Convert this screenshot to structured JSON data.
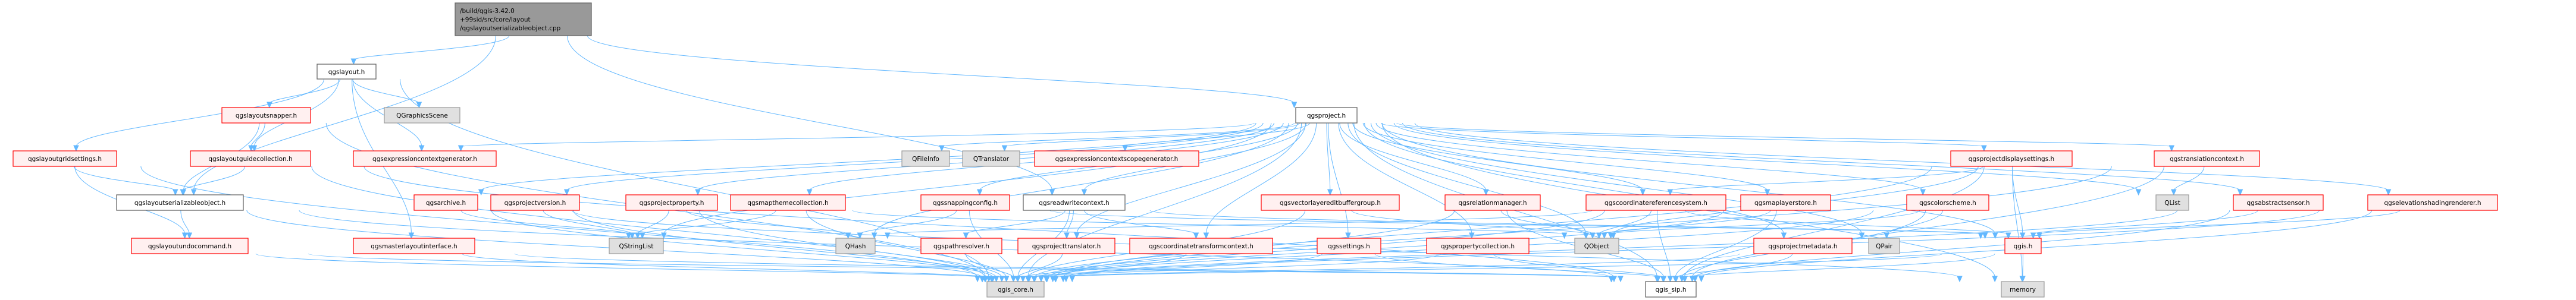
{
  "graph_title": "Include dependency graph for qgslayoutserializableobject.cpp",
  "colors": {
    "edge": "#63B8FF",
    "root_fill": "#999999",
    "root_border": "#666666",
    "documented_fill": "#FFFFFF",
    "documented_border": "#666666",
    "truncated_fill": "#FFF0F0",
    "truncated_border": "#FF0000",
    "external_fill": "#E0E0E0",
    "external_border": "#999999"
  },
  "nodes": [
    {
      "id": "root",
      "kind": "root",
      "lines": [
        "/build/qgis-3.42.0",
        "+99sid/src/core/layout",
        "/qgslayoutserializableobject.cpp"
      ]
    },
    {
      "id": "qgslayout",
      "kind": "doc",
      "lines": [
        "qgslayout.h"
      ]
    },
    {
      "id": "qgsproject",
      "kind": "doc",
      "lines": [
        "qgsproject.h"
      ]
    },
    {
      "id": "qgslayoutsnapper",
      "kind": "red",
      "lines": [
        "qgslayoutsnapper.h"
      ]
    },
    {
      "id": "QGraphicsScene",
      "kind": "ext",
      "lines": [
        "QGraphicsScene"
      ]
    },
    {
      "id": "qgslayoutgridsettings",
      "kind": "red",
      "lines": [
        "qgslayoutgridsettings.h"
      ]
    },
    {
      "id": "qgslayoutguidecollection",
      "kind": "red",
      "lines": [
        "qgslayoutguidecollection.h"
      ]
    },
    {
      "id": "qgsexpressioncontextgenerator",
      "kind": "red",
      "lines": [
        "qgsexpressioncontextgenerator.h"
      ]
    },
    {
      "id": "QFileInfo",
      "kind": "ext",
      "lines": [
        "QFileInfo"
      ]
    },
    {
      "id": "QTranslator",
      "kind": "ext",
      "lines": [
        "QTranslator"
      ]
    },
    {
      "id": "qgsexpressioncontextscopegenerator",
      "kind": "red",
      "lines": [
        "qgsexpressioncontextscopegenerator.h"
      ]
    },
    {
      "id": "qgsprojectdisplaysettings",
      "kind": "red",
      "lines": [
        "qgsprojectdisplaysettings.h"
      ]
    },
    {
      "id": "qgstranslationcontext",
      "kind": "red",
      "lines": [
        "qgstranslationcontext.h"
      ]
    },
    {
      "id": "qgslayoutserializableobject",
      "kind": "doc",
      "lines": [
        "qgslayoutserializableobject.h"
      ]
    },
    {
      "id": "qgsarchive",
      "kind": "red",
      "lines": [
        "qgsarchive.h"
      ]
    },
    {
      "id": "qgsprojectversion",
      "kind": "red",
      "lines": [
        "qgsprojectversion.h"
      ]
    },
    {
      "id": "qgsprojectproperty",
      "kind": "red",
      "lines": [
        "qgsprojectproperty.h"
      ]
    },
    {
      "id": "qgsmapthemecollection",
      "kind": "red",
      "lines": [
        "qgsmapthemecollection.h"
      ]
    },
    {
      "id": "qgssnappingconfig",
      "kind": "red",
      "lines": [
        "qgssnappingconfig.h"
      ]
    },
    {
      "id": "qgsreadwritecontext",
      "kind": "doc",
      "lines": [
        "qgsreadwritecontext.h"
      ]
    },
    {
      "id": "qgsvectorlayereditbuffergroup",
      "kind": "red",
      "lines": [
        "qgsvectorlayereditbuffergroup.h"
      ]
    },
    {
      "id": "qgsrelationmanager",
      "kind": "red",
      "lines": [
        "qgsrelationmanager.h"
      ]
    },
    {
      "id": "qgscoordinatereferencesystem",
      "kind": "red",
      "lines": [
        "qgscoordinatereferencesystem.h"
      ]
    },
    {
      "id": "qgsmaplayerstore",
      "kind": "red",
      "lines": [
        "qgsmaplayerstore.h"
      ]
    },
    {
      "id": "qgscolorscheme",
      "kind": "red",
      "lines": [
        "qgscolorscheme.h"
      ]
    },
    {
      "id": "QList",
      "kind": "ext",
      "lines": [
        "QList"
      ]
    },
    {
      "id": "qgsabstractsensor",
      "kind": "red",
      "lines": [
        "qgsabstractsensor.h"
      ]
    },
    {
      "id": "qgselevationshadingrenderer",
      "kind": "red",
      "lines": [
        "qgselevationshadingrenderer.h"
      ]
    },
    {
      "id": "qgslayoutundocommand",
      "kind": "red",
      "lines": [
        "qgslayoutundocommand.h"
      ]
    },
    {
      "id": "qgsmasterlayoutinterface",
      "kind": "red",
      "lines": [
        "qgsmasterlayoutinterface.h"
      ]
    },
    {
      "id": "QStringList",
      "kind": "ext",
      "lines": [
        "QStringList"
      ]
    },
    {
      "id": "QHash",
      "kind": "ext",
      "lines": [
        "QHash"
      ]
    },
    {
      "id": "qgspathresolver",
      "kind": "red",
      "lines": [
        "qgspathresolver.h"
      ]
    },
    {
      "id": "qgsprojecttranslator",
      "kind": "red",
      "lines": [
        "qgsprojecttranslator.h"
      ]
    },
    {
      "id": "qgscoordinatetransformcontext",
      "kind": "red",
      "lines": [
        "qgscoordinatetransformcontext.h"
      ]
    },
    {
      "id": "qgssettings",
      "kind": "red",
      "lines": [
        "qgssettings.h"
      ]
    },
    {
      "id": "qgspropertycollection",
      "kind": "red",
      "lines": [
        "qgspropertycollection.h"
      ]
    },
    {
      "id": "QObject",
      "kind": "ext",
      "lines": [
        "QObject"
      ]
    },
    {
      "id": "qgsprojectmetadata",
      "kind": "red",
      "lines": [
        "qgsprojectmetadata.h"
      ]
    },
    {
      "id": "QPair",
      "kind": "ext",
      "lines": [
        "QPair"
      ]
    },
    {
      "id": "qgis",
      "kind": "red",
      "lines": [
        "qgis.h"
      ]
    },
    {
      "id": "qgis_core",
      "kind": "ext",
      "lines": [
        "qgis_core.h"
      ]
    },
    {
      "id": "qgis_sip",
      "kind": "doc",
      "lines": [
        "qgis_sip.h"
      ]
    },
    {
      "id": "memory",
      "kind": "ext",
      "lines": [
        "memory"
      ]
    }
  ],
  "edges": [
    [
      "root",
      "qgslayout"
    ],
    [
      "root",
      "qgsproject"
    ],
    [
      "root",
      "qgslayoutserializableobject"
    ],
    [
      "root",
      "qgsreadwritecontext"
    ],
    [
      "qgslayout",
      "qgslayoutsnapper"
    ],
    [
      "qgslayout",
      "QGraphicsScene"
    ],
    [
      "qgslayout",
      "qgslayoutgridsettings"
    ],
    [
      "qgslayout",
      "qgslayoutguidecollection"
    ],
    [
      "qgslayout",
      "qgsexpressioncontextgenerator"
    ],
    [
      "qgslayout",
      "qgsmasterlayoutinterface"
    ],
    [
      "qgslayout",
      "qgis_core"
    ],
    [
      "qgslayoutsnapper",
      "qgslayoutguidecollection"
    ],
    [
      "qgslayoutsnapper",
      "qgslayoutserializableobject"
    ],
    [
      "qgslayoutsnapper",
      "qgis_core"
    ],
    [
      "qgslayoutgridsettings",
      "qgslayoutserializableobject"
    ],
    [
      "qgslayoutgridsettings",
      "qgslayoutundocommand"
    ],
    [
      "qgslayoutgridsettings",
      "qgis_core"
    ],
    [
      "qgslayoutguidecollection",
      "qgslayoutserializableobject"
    ],
    [
      "qgslayoutguidecollection",
      "qgis_core"
    ],
    [
      "qgslayoutguidecollection",
      "qgis_sip"
    ],
    [
      "qgslayoutserializableobject",
      "qgslayoutundocommand"
    ],
    [
      "qgslayoutserializableobject",
      "qgis_core"
    ],
    [
      "qgslayoutserializableobject",
      "qgis_sip"
    ],
    [
      "qgslayoutundocommand",
      "qgis_core"
    ],
    [
      "qgslayoutundocommand",
      "qgis_sip"
    ],
    [
      "qgsmasterlayoutinterface",
      "qgis_core"
    ],
    [
      "qgsmasterlayoutinterface",
      "qgis_sip"
    ],
    [
      "qgsproject",
      "qgsexpressioncontextgenerator"
    ],
    [
      "qgsproject",
      "QFileInfo"
    ],
    [
      "qgsproject",
      "QTranslator"
    ],
    [
      "qgsproject",
      "qgsexpressioncontextscopegenerator"
    ],
    [
      "qgsproject",
      "qgsprojectdisplaysettings"
    ],
    [
      "qgsproject",
      "qgstranslationcontext"
    ],
    [
      "qgsproject",
      "qgsarchive"
    ],
    [
      "qgsproject",
      "qgsprojectversion"
    ],
    [
      "qgsproject",
      "qgsprojectproperty"
    ],
    [
      "qgsproject",
      "qgsmapthemecollection"
    ],
    [
      "qgsproject",
      "qgssnappingconfig"
    ],
    [
      "qgsproject",
      "qgsreadwritecontext"
    ],
    [
      "qgsproject",
      "qgsvectorlayereditbuffergroup"
    ],
    [
      "qgsproject",
      "qgsrelationmanager"
    ],
    [
      "qgsproject",
      "qgscoordinatereferencesystem"
    ],
    [
      "qgsproject",
      "qgsmaplayerstore"
    ],
    [
      "qgsproject",
      "qgscolorscheme"
    ],
    [
      "qgsproject",
      "QList"
    ],
    [
      "qgsproject",
      "qgsabstractsensor"
    ],
    [
      "qgsproject",
      "qgselevationshadingrenderer"
    ],
    [
      "qgsproject",
      "QStringList"
    ],
    [
      "qgsproject",
      "QHash"
    ],
    [
      "qgsproject",
      "qgsprojecttranslator"
    ],
    [
      "qgsproject",
      "qgscoordinatetransformcontext"
    ],
    [
      "qgsproject",
      "qgssettings"
    ],
    [
      "qgsproject",
      "qgspropertycollection"
    ],
    [
      "qgsproject",
      "QObject"
    ],
    [
      "qgsproject",
      "qgsprojectmetadata"
    ],
    [
      "qgsproject",
      "QPair"
    ],
    [
      "qgsproject",
      "qgis"
    ],
    [
      "qgsproject",
      "qgis_core"
    ],
    [
      "qgsproject",
      "qgis_sip"
    ],
    [
      "qgsproject",
      "memory"
    ],
    [
      "qgsarchive",
      "QStringList"
    ],
    [
      "qgsarchive",
      "qgis_core"
    ],
    [
      "qgsarchive",
      "memory"
    ],
    [
      "qgsprojectversion",
      "QStringList"
    ],
    [
      "qgsprojectversion",
      "qgis_core"
    ],
    [
      "qgsprojectproperty",
      "QStringList"
    ],
    [
      "qgsprojectproperty",
      "QHash"
    ],
    [
      "qgsprojectproperty",
      "qgis_core"
    ],
    [
      "qgsmapthemecollection",
      "QStringList"
    ],
    [
      "qgsmapthemecollection",
      "qgis_core"
    ],
    [
      "qgsmapthemecollection",
      "QObject"
    ],
    [
      "qgssnappingconfig",
      "QHash"
    ],
    [
      "qgssnappingconfig",
      "qgis_core"
    ],
    [
      "qgssnappingconfig",
      "qgis"
    ],
    [
      "qgsreadwritecontext",
      "qgspathresolver"
    ],
    [
      "qgsreadwritecontext",
      "qgsprojecttranslator"
    ],
    [
      "qgsreadwritecontext",
      "qgscoordinatetransformcontext"
    ],
    [
      "qgsreadwritecontext",
      "qgis_core"
    ],
    [
      "qgsreadwritecontext",
      "qgis"
    ],
    [
      "qgsvectorlayereditbuffergroup",
      "QObject"
    ],
    [
      "qgsvectorlayereditbuffergroup",
      "qgis_core"
    ],
    [
      "qgsrelationmanager",
      "QObject"
    ],
    [
      "qgsrelationmanager",
      "qgis_core"
    ],
    [
      "qgsrelationmanager",
      "qgis_sip"
    ],
    [
      "qgscoordinatereferencesystem",
      "QObject"
    ],
    [
      "qgscoordinatereferencesystem",
      "QHash"
    ],
    [
      "qgscoordinatereferencesystem",
      "qgis_sip"
    ],
    [
      "qgscoordinatereferencesystem",
      "qgis_core"
    ],
    [
      "qgscoordinatereferencesystem",
      "qgis"
    ],
    [
      "qgsmaplayerstore",
      "QObject"
    ],
    [
      "qgsmaplayerstore",
      "qgis_core"
    ],
    [
      "qgsmaplayerstore",
      "qgis_sip"
    ],
    [
      "qgscolorscheme",
      "QPair"
    ],
    [
      "qgscolorscheme",
      "QObject"
    ],
    [
      "qgscolorscheme",
      "qgis_core"
    ],
    [
      "qgscolorscheme",
      "qgis_sip"
    ],
    [
      "qgsprojectdisplaysettings",
      "QObject"
    ],
    [
      "qgsprojectdisplaysettings",
      "qgis"
    ],
    [
      "qgsprojectdisplaysettings",
      "qgis_core"
    ],
    [
      "qgsprojectdisplaysettings",
      "qgis_sip"
    ],
    [
      "qgsprojectdisplaysettings",
      "memory"
    ],
    [
      "qgsprojectdisplaysettings",
      "qgscoordinatereferencesystem"
    ],
    [
      "qgstranslationcontext",
      "QList"
    ],
    [
      "qgstranslationcontext",
      "qgis_core"
    ],
    [
      "qgstranslationcontext",
      "qgis_sip"
    ],
    [
      "qgsabstractsensor",
      "qgis"
    ],
    [
      "qgsabstractsensor",
      "qgis_core"
    ],
    [
      "qgsabstractsensor",
      "qgis_sip"
    ],
    [
      "qgselevationshadingrenderer",
      "qgis"
    ],
    [
      "qgselevationshadingrenderer",
      "qgis_core"
    ],
    [
      "qgselevationshadingrenderer",
      "qgis_sip"
    ],
    [
      "qgspathresolver",
      "qgis_core"
    ],
    [
      "qgsprojecttranslator",
      "qgis_core"
    ],
    [
      "qgscoordinatetransformcontext",
      "qgis_core"
    ],
    [
      "qgssettings",
      "qgis_core"
    ],
    [
      "qgssettings",
      "qgis_sip"
    ],
    [
      "qgspropertycollection",
      "qgis_core"
    ],
    [
      "qgspropertycollection",
      "qgis_sip"
    ],
    [
      "qgsprojectmetadata",
      "qgis_core"
    ],
    [
      "qgsprojectmetadata",
      "qgis_sip"
    ],
    [
      "qgis",
      "memory"
    ],
    [
      "qgis",
      "qgis_core"
    ],
    [
      "qgis",
      "qgis_sip"
    ]
  ]
}
